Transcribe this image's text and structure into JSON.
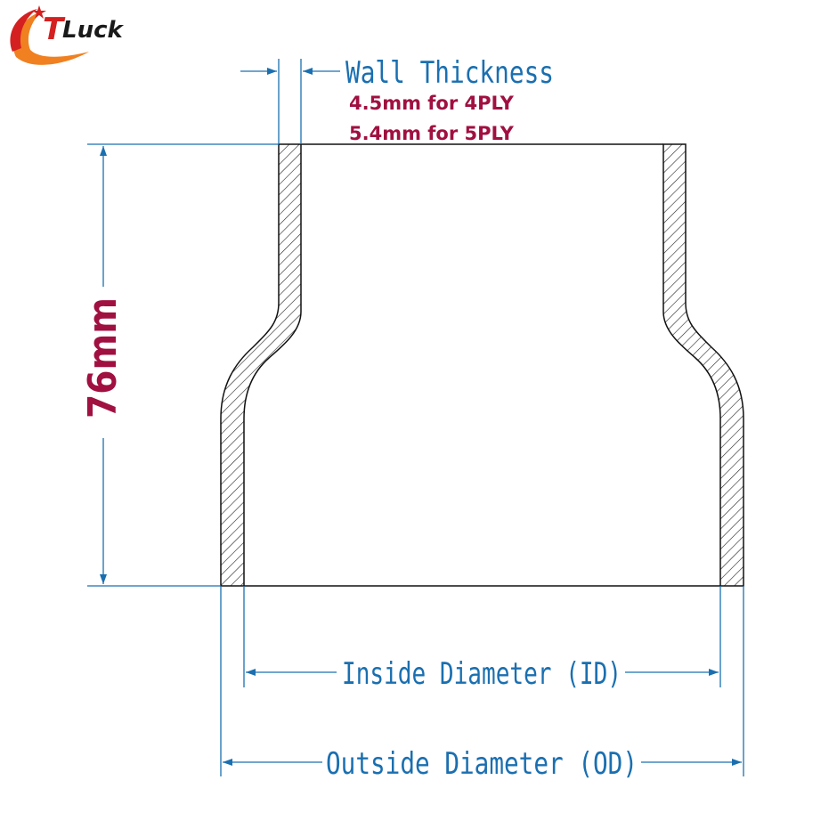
{
  "logo": {
    "text": "Luck",
    "letter": "T"
  },
  "wall_thickness": {
    "title": "Wall Thickness",
    "spec_4ply": "4.5mm for 4PLY",
    "spec_5ply": "5.4mm for 5PLY"
  },
  "height": {
    "label": "76mm"
  },
  "inside_diameter": {
    "label": "Inside Diameter (ID)"
  },
  "outside_diameter": {
    "label": "Outside Diameter (OD)"
  },
  "colors": {
    "dimension_blue": "#1a6fb0",
    "accent_red": "#a01040",
    "outline": "#111111",
    "logo_red": "#d42020",
    "logo_orange": "#f08020"
  }
}
